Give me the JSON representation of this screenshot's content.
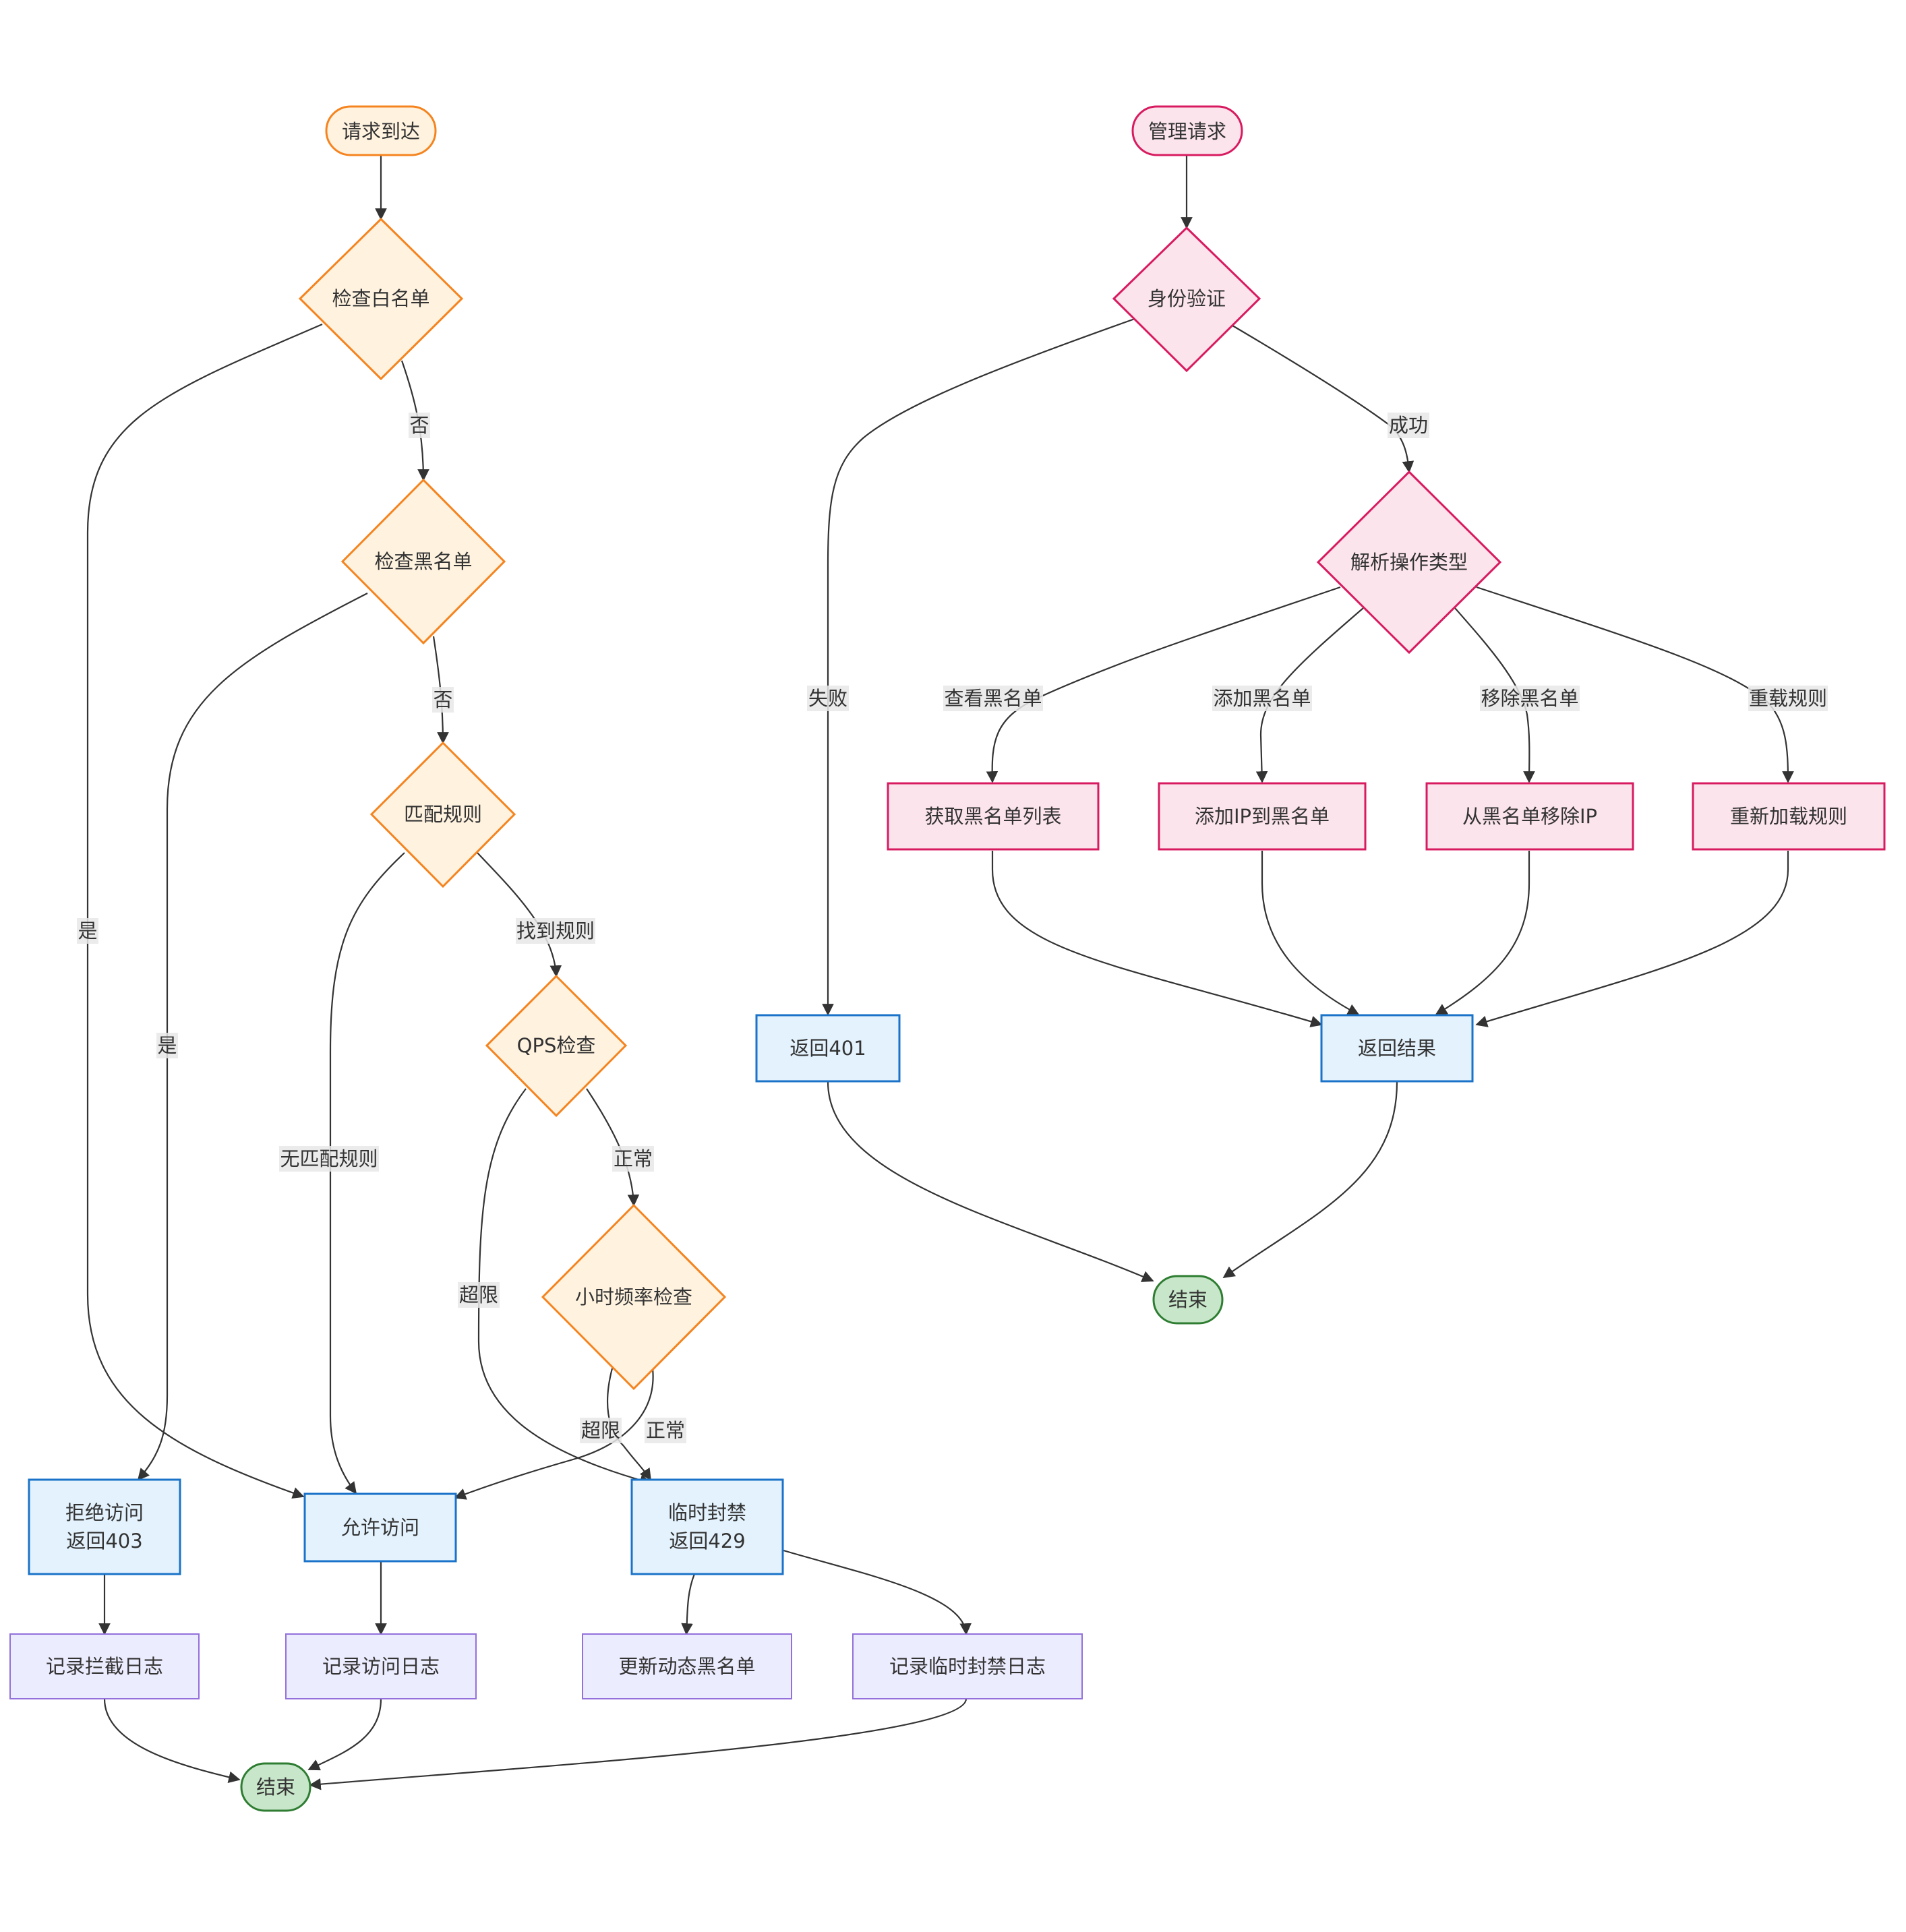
{
  "colors": {
    "orange_fill": "#fff3e0",
    "orange_stroke": "#f5841f",
    "pink_fill": "#fce4ec",
    "pink_stroke": "#d81b60",
    "blue_fill": "#e3f2fd",
    "blue_stroke": "#1a73c8",
    "purple_fill": "#ececff",
    "purple_stroke": "#9370db",
    "green_fill": "#c8e6c9",
    "green_stroke": "#2e7d32",
    "edge": "#333333",
    "label_bg": "#e8e8e8"
  },
  "nodes": {
    "req_arrive": "请求到达",
    "check_white": "检查白名单",
    "check_black": "检查黑名单",
    "match_rule": "匹配规则",
    "qps_check": "QPS检查",
    "hour_check": "小时频率检查",
    "deny": [
      "拒绝访问",
      "返回403"
    ],
    "allow": "允许访问",
    "temp_ban": [
      "临时封禁",
      "返回429"
    ],
    "log_block": "记录拦截日志",
    "log_access": "记录访问日志",
    "update_dyn": "更新动态黑名单",
    "log_ban": "记录临时封禁日志",
    "end_left": "结束",
    "mgmt_req": "管理请求",
    "auth": "身份验证",
    "parse_op": "解析操作类型",
    "get_list": "获取黑名单列表",
    "add_ip": "添加IP到黑名单",
    "remove_ip": "从黑名单移除IP",
    "reload": "重新加载规则",
    "ret_401": "返回401",
    "ret_result": "返回结果",
    "end_right": "结束"
  },
  "edge_labels": {
    "white_no": "否",
    "white_yes": "是",
    "black_no": "否",
    "black_yes": "是",
    "rule_found": "找到规则",
    "rule_none": "无匹配规则",
    "qps_ok": "正常",
    "qps_over": "超限",
    "hour_over": "超限",
    "hour_ok": "正常",
    "auth_fail": "失败",
    "auth_ok": "成功",
    "op_view": "查看黑名单",
    "op_add": "添加黑名单",
    "op_remove": "移除黑名单",
    "op_reload": "重载规则"
  }
}
